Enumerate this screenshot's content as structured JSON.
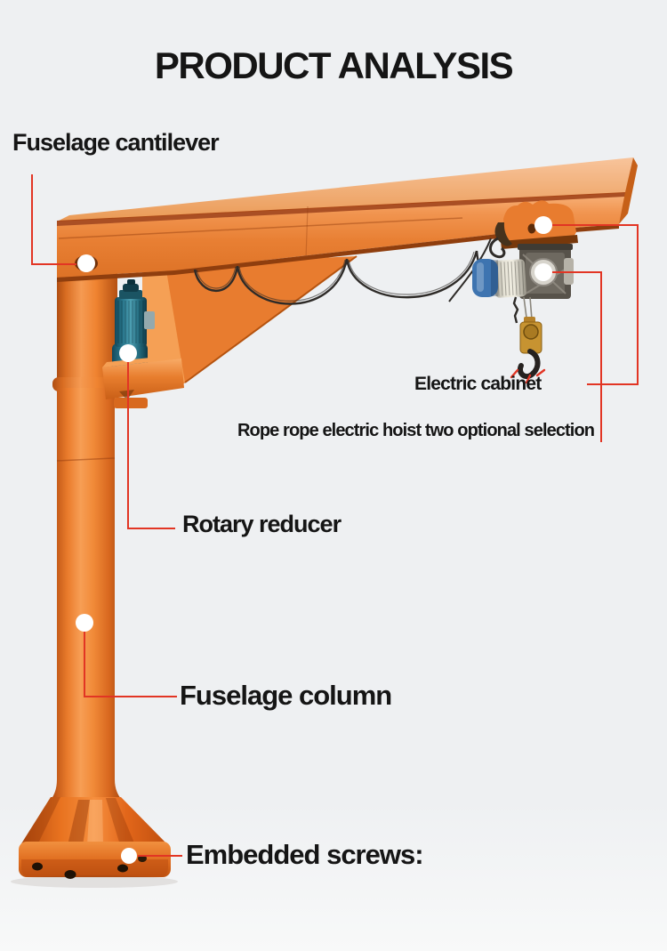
{
  "title": "PRODUCT ANALYSIS",
  "labels": {
    "cantilever": "Fuselage cantilever",
    "electric_cabinet": "Electric cabinet",
    "hoist_note": "Rope rope electric hoist two optional selection",
    "rotary_reducer": "Rotary reducer",
    "column": "Fuselage column",
    "screws": "Embedded screws:"
  },
  "colors": {
    "background": "#eef0f2",
    "background_fade": "#f8f9f9",
    "text": "#151515",
    "leader_line": "#e23524",
    "marker_dot": "#ffffff",
    "crane_orange": "#e87c2f",
    "crane_orange_light": "#f5a055",
    "crane_orange_dark": "#a23d0d",
    "motor_teal": "#1b5463",
    "hoist_motor_blue": "#3e74b0",
    "hoist_frame_gray": "#57524a",
    "hoist_plate_gray": "#d7d4cc",
    "hook_gold": "#c79331",
    "cable_dark": "#2e2b28"
  }
}
